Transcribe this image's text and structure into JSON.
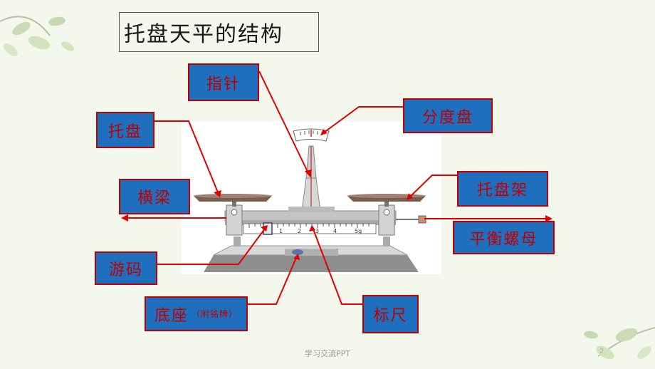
{
  "title": "托盘天平的结构",
  "labels": {
    "pointer": "指针",
    "scale_dial": "分度盘",
    "pan": "托盘",
    "beam": "横梁",
    "pan_holder": "托盘架",
    "balance_nut": "平衡螺母",
    "rider": "游码",
    "base": "底座",
    "base_note": "（附铭牌）",
    "ruler": "标尺"
  },
  "ruler_ticks": [
    "1",
    "2",
    "3",
    "4",
    "5g"
  ],
  "footer": "学习交流PPT",
  "page_number": "2",
  "colors": {
    "label_fill": "#1f6fbf",
    "label_border": "#c00000",
    "arrow": "#e00000"
  }
}
